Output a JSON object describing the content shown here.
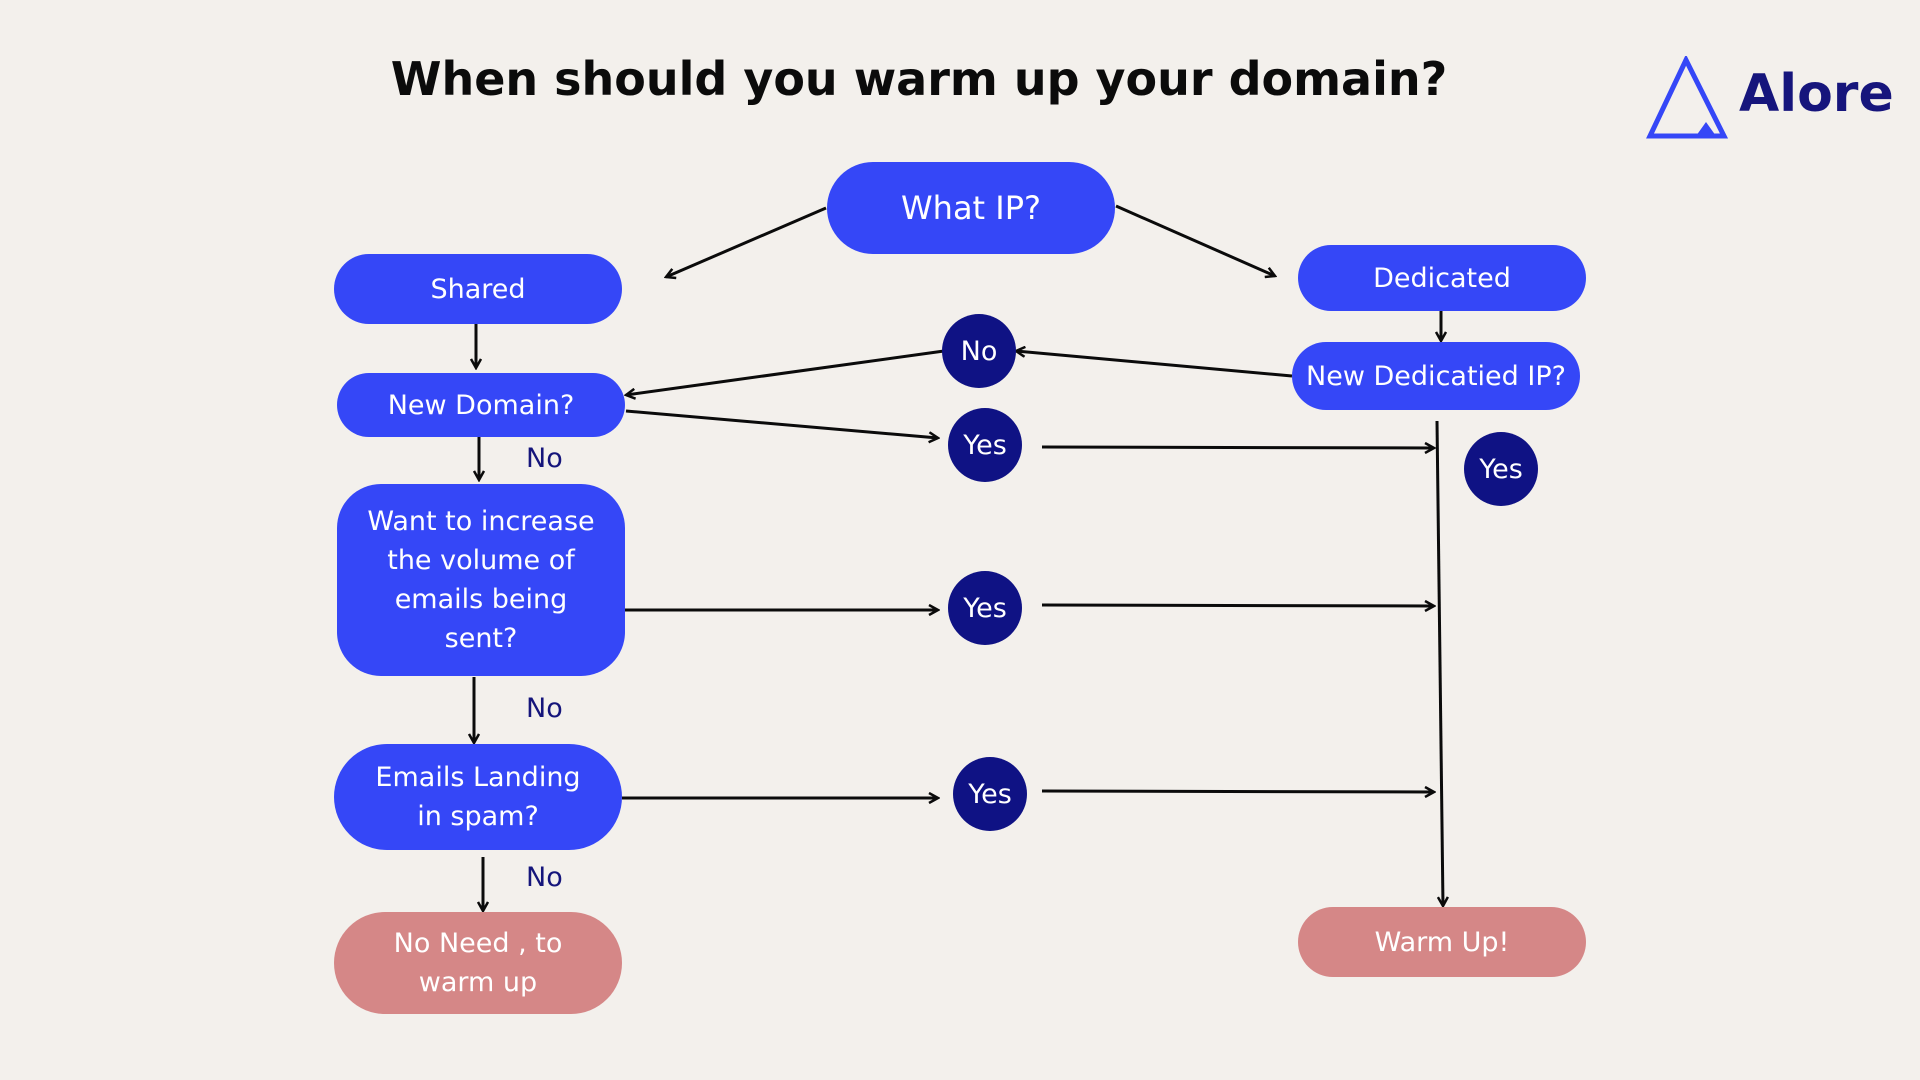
{
  "title": "When should you warm up your domain?",
  "brand": {
    "name": "Alore",
    "color": "#16157c",
    "icon": "triangle-logo-icon"
  },
  "colors": {
    "process": "#3547f7",
    "decision_circle": "#0f1284",
    "terminal": "#d58787",
    "background": "#f3f0ec"
  },
  "nodes": {
    "what_ip": "What IP?",
    "shared": "Shared",
    "dedicated": "Dedicated",
    "new_dedicated_ip": "New Dedicatied IP?",
    "new_domain": "New Domain?",
    "increase_volume": "Want to increase the volume of emails being sent?",
    "spam": "Emails Landing in spam?",
    "no_need": "No Need , to warm up",
    "warm_up": "Warm Up!"
  },
  "decisions": {
    "no_dedicated": "No",
    "yes_new_domain": "Yes",
    "yes_dedicated": "Yes",
    "yes_volume": "Yes",
    "yes_spam": "Yes"
  },
  "edge_labels": {
    "no_new_domain": "No",
    "no_volume": "No",
    "no_spam": "No"
  }
}
